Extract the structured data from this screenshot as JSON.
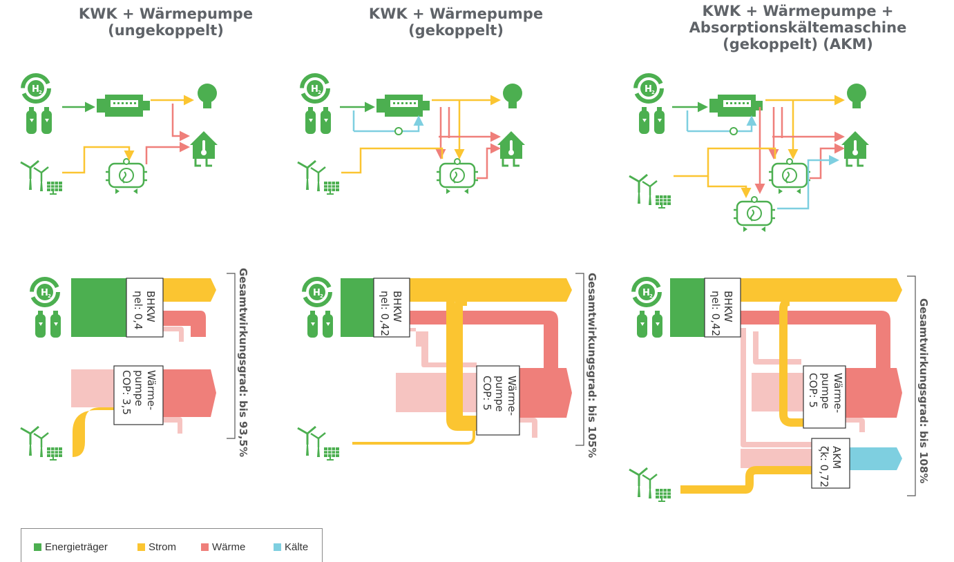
{
  "titles": {
    "col1": "KWK + Wärmepumpe\n(ungekoppelt)",
    "col2": "KWK + Wärmepumpe\n(gekoppelt)",
    "col3": "KWK + Wärmepumpe +\nAbsorptionskältemaschine\n(gekoppelt) (AKM)"
  },
  "labels": {
    "h2": "H",
    "h2_sub": "2",
    "bhkw": "BHKW",
    "bhkw_eff_1": "ηel: 0,4",
    "bhkw_eff_2": "ηel: 0,42",
    "bhkw_eff_3": "ηel: 0,42",
    "wp_line1": "Wärme-",
    "wp_line2": "pumpe",
    "wp_cop_1": "COP: 3,5",
    "wp_cop_2": "COP: 5",
    "wp_cop_3": "COP: 5",
    "akm": "AKM",
    "akm_eff": "ζk: 0,72",
    "gw_1": "Gesamtwirkungsgrad: bis 93,5%",
    "gw_2": "Gesamtwirkungsgrad: bis 105%",
    "gw_3": "Gesamtwirkungsgrad: bis 108%"
  },
  "legend": [
    {
      "label": "Energieträger",
      "color": "#4caf50"
    },
    {
      "label": "Strom",
      "color": "#fbc531"
    },
    {
      "label": "Wärme",
      "color": "#ef7f7a"
    },
    {
      "label": "Kälte",
      "color": "#7ecfe0"
    }
  ],
  "colors": {
    "energy": "#4caf50",
    "power": "#fbc531",
    "heat": "#ef7f7a",
    "heat_light": "#f6c4c1",
    "cold": "#7ecfe0"
  }
}
